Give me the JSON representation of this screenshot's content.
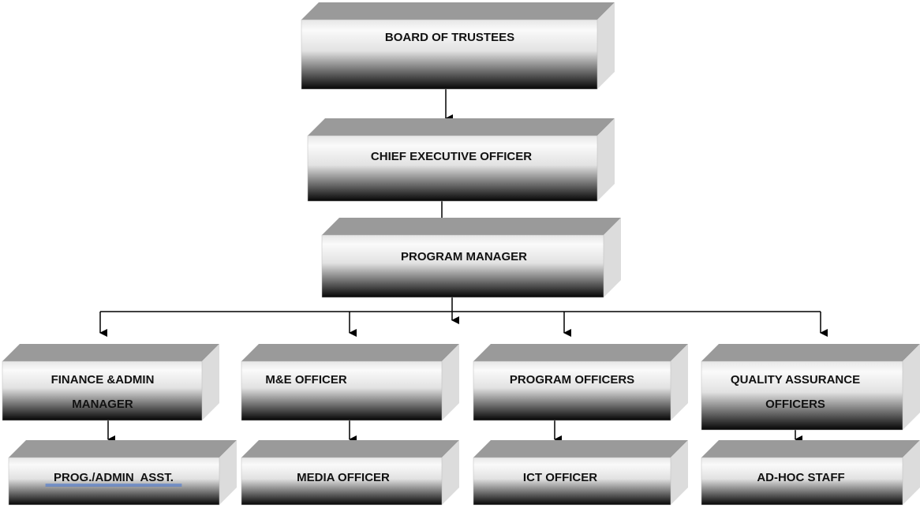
{
  "nodes": [
    {
      "id": "board",
      "lines": [
        "BOARD OF TRUSTEES"
      ]
    },
    {
      "id": "ceo",
      "lines": [
        "CHIEF EXECUTIVE OFFICER"
      ]
    },
    {
      "id": "pm",
      "lines": [
        "PROGRAM MANAGER"
      ]
    },
    {
      "id": "finance",
      "lines": [
        "FINANCE &ADMIN",
        "MANAGER"
      ]
    },
    {
      "id": "me",
      "lines": [
        "M&E OFFICER"
      ]
    },
    {
      "id": "progofficers",
      "lines": [
        "PROGRAM OFFICERS"
      ]
    },
    {
      "id": "qa",
      "lines": [
        "QUALITY ASSURANCE",
        "OFFICERS"
      ]
    },
    {
      "id": "asst",
      "lines": [
        "PROG./ADMIN  ASST."
      ],
      "underline_color": "#3a6fd8"
    },
    {
      "id": "media",
      "lines": [
        "MEDIA OFFICER"
      ]
    },
    {
      "id": "ict",
      "lines": [
        "ICT OFFICER"
      ]
    },
    {
      "id": "adhoc",
      "lines": [
        "AD-HOC STAFF"
      ]
    }
  ],
  "edges": [
    [
      "board",
      "ceo"
    ],
    [
      "ceo",
      "pm"
    ],
    [
      "pm",
      "finance"
    ],
    [
      "pm",
      "me"
    ],
    [
      "pm",
      "progofficers"
    ],
    [
      "pm",
      "qa"
    ],
    [
      "finance",
      "asst"
    ],
    [
      "me",
      "media"
    ],
    [
      "progofficers",
      "ict"
    ],
    [
      "qa",
      "adhoc"
    ]
  ],
  "colors": {
    "top_face": "#9a9a9a",
    "side_face": "#dcdcdc",
    "front_light": "#f7f7f7",
    "front_dark": "#0a0a0a",
    "line": "#000000"
  }
}
